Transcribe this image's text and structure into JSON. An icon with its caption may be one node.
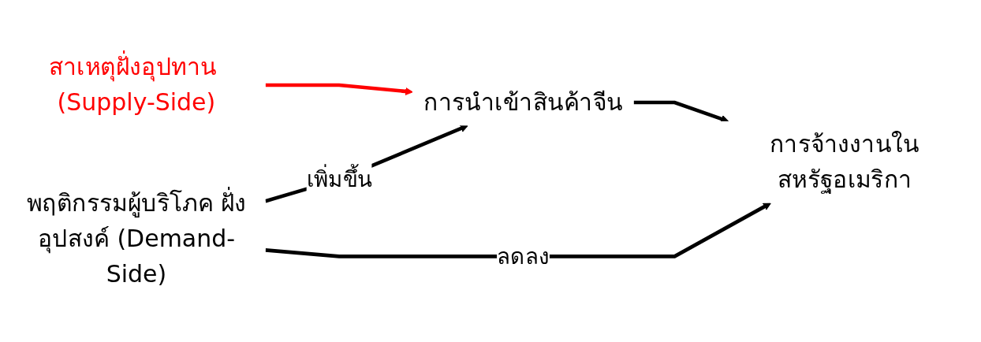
{
  "diagram": {
    "nodes": [
      {
        "text": [
          "สาเหตุฝั่งอุปทาน (Supply-Side)"
        ]
      },
      {
        "text": [
          "การนำเข้าสินค้าจีน"
        ]
      },
      {
        "text": [
          "การจ้างงานในสหรัฐอเมริกา"
        ]
      },
      {
        "text": [
          "พฤติกรรมผู้บริโภค ฝั่งอุปสงค์ (Demand-Side)"
        ]
      }
    ],
    "edges": [
      {
        "from": 0,
        "to": 1,
        "arrow": "to",
        "color": "#ff0000"
      },
      {
        "from": 1,
        "to": 2,
        "arrow": "to"
      },
      {
        "from": 3,
        "to": 1,
        "arrow": "to",
        "label": "เพิ่มขึ้น"
      },
      {
        "from": 3,
        "to": 2,
        "arrow": "to",
        "label": "ลดลง"
      }
    ]
  }
}
